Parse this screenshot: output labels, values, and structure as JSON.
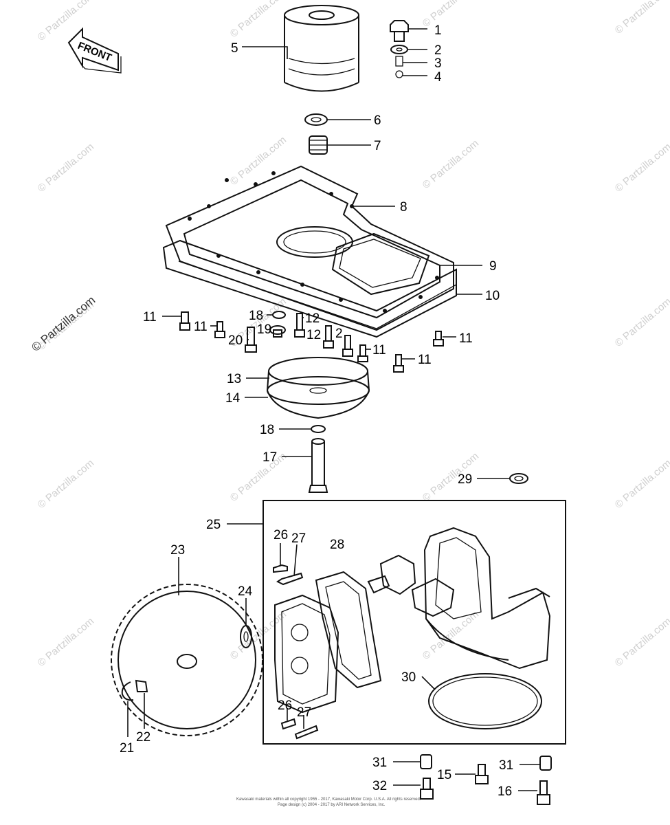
{
  "front_arrow": {
    "text": "FRONT"
  },
  "watermark": "© Partzilla.com",
  "footer": {
    "line1": "Kawasaki materials within all copyright 1955 - 2017, Kawasaki Motor Corp. U.S.A. All rights reserved.",
    "line2": "Page design (c) 2004 - 2017 by ARI Network Services, Inc."
  },
  "callouts": [
    {
      "id": "c1",
      "text": "1"
    },
    {
      "id": "c2",
      "text": "2"
    },
    {
      "id": "c3",
      "text": "3"
    },
    {
      "id": "c4",
      "text": "4"
    },
    {
      "id": "c5",
      "text": "5"
    },
    {
      "id": "c6",
      "text": "6"
    },
    {
      "id": "c7",
      "text": "7"
    },
    {
      "id": "c8",
      "text": "8"
    },
    {
      "id": "c9a",
      "text": "9"
    },
    {
      "id": "c10",
      "text": "10"
    },
    {
      "id": "c11a",
      "text": "11"
    },
    {
      "id": "c11b",
      "text": "11"
    },
    {
      "id": "c18a",
      "text": "18"
    },
    {
      "id": "c19",
      "text": "19"
    },
    {
      "id": "c12a",
      "text": "12"
    },
    {
      "id": "c20",
      "text": "20"
    },
    {
      "id": "c12b",
      "text": "12"
    },
    {
      "id": "c2b",
      "text": "2"
    },
    {
      "id": "c11c",
      "text": "11"
    },
    {
      "id": "c11d",
      "text": "11"
    },
    {
      "id": "c11e",
      "text": "11"
    },
    {
      "id": "c13",
      "text": "13"
    },
    {
      "id": "c14",
      "text": "14"
    },
    {
      "id": "c18b",
      "text": "18"
    },
    {
      "id": "c17",
      "text": "17"
    },
    {
      "id": "c29",
      "text": "29"
    },
    {
      "id": "c25",
      "text": "25"
    },
    {
      "id": "c26a",
      "text": "26"
    },
    {
      "id": "c27a",
      "text": "27"
    },
    {
      "id": "c28",
      "text": "28"
    },
    {
      "id": "c23",
      "text": "23"
    },
    {
      "id": "c24",
      "text": "24"
    },
    {
      "id": "c30",
      "text": "30"
    },
    {
      "id": "c26b",
      "text": "26"
    },
    {
      "id": "c27b",
      "text": "27"
    },
    {
      "id": "c21",
      "text": "21"
    },
    {
      "id": "c22",
      "text": "22"
    },
    {
      "id": "c31a",
      "text": "31"
    },
    {
      "id": "c15",
      "text": "15"
    },
    {
      "id": "c31b",
      "text": "31"
    },
    {
      "id": "c32",
      "text": "32"
    },
    {
      "id": "c16",
      "text": "16"
    }
  ]
}
